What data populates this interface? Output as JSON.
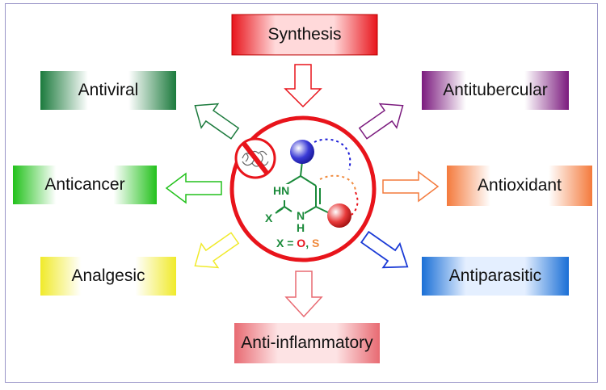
{
  "boxes": {
    "synthesis": {
      "label": "Synthesis",
      "color": "#e8141b"
    },
    "antiviral": {
      "label": "Antiviral",
      "color": "#1b7a3c"
    },
    "antitubercular": {
      "label": "Antitubercular",
      "color": "#7b1a7e"
    },
    "anticancer": {
      "label": "Anticancer",
      "color": "#22c11b"
    },
    "antioxidant": {
      "label": "Antioxidant",
      "color": "#f47a3c"
    },
    "analgesic": {
      "label": "Analgesic",
      "color": "#f0ea2a"
    },
    "antiparasitic": {
      "label": "Antiparasitic",
      "color": "#1a6fd6"
    },
    "antiinflammatory": {
      "label": "Anti-inflammatory",
      "color": "#e86a72"
    }
  },
  "molecule": {
    "nh_top": "HN",
    "n_bottom": "N",
    "h_bottom": "H",
    "x_atom": "X",
    "legend_prefix": "X = ",
    "legend_o": "O",
    "legend_sep": ", ",
    "legend_s": "S",
    "ring_color": "#1a8a3a",
    "o_color": "#e8141b",
    "s_color": "#f08a3c",
    "circle_color": "#e8141b"
  }
}
